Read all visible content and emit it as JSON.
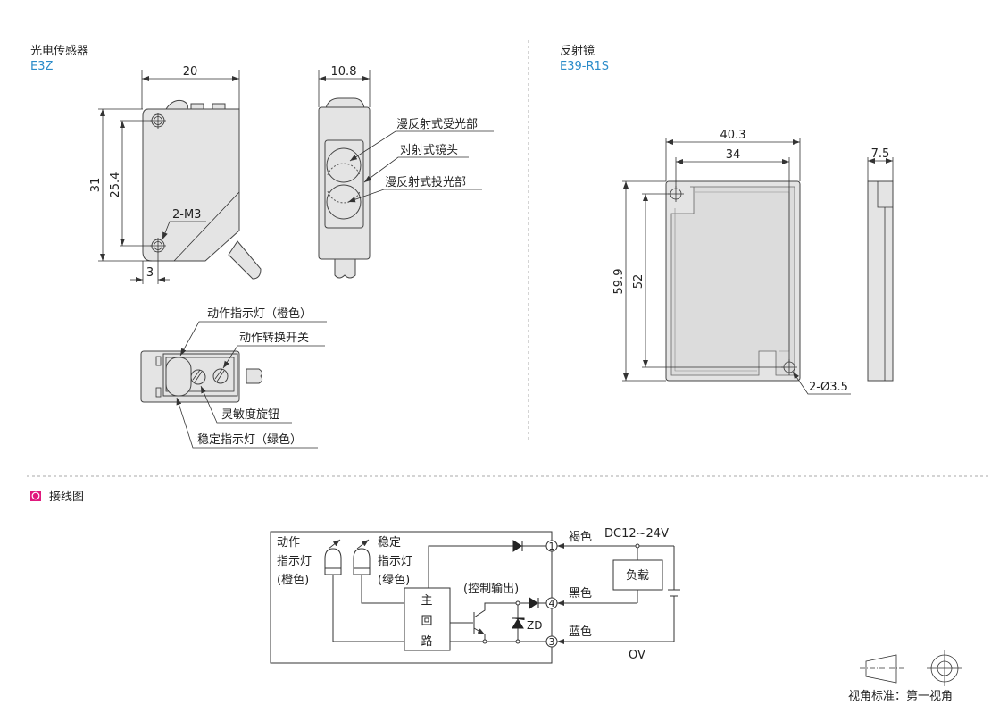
{
  "sensor": {
    "title": "光电传感器",
    "model": "E3Z",
    "dims": {
      "width": "20",
      "height": "31",
      "hole_pitch": "25.4",
      "hole_offset": "3",
      "depth": "10.8",
      "holes": "2-M3"
    },
    "side_labels": [
      "漫反射式受光部",
      "对射式镜头",
      "漫反射式投光部"
    ],
    "top_labels": [
      "动作指示灯（橙色）",
      "动作转换开关",
      "灵敏度旋钮",
      "稳定指示灯（绿色）"
    ]
  },
  "reflector": {
    "title": "反射镜",
    "model": "E39-R1S",
    "dims": {
      "width": "40.3",
      "hole_pitch_x": "34",
      "height": "59.9",
      "hole_pitch_y": "52",
      "depth": "7.5",
      "holes": "2-Ø3.5"
    }
  },
  "wiring": {
    "section_title": "接线图",
    "accent_color": "#e0197d",
    "led1": [
      "动作",
      "指示灯",
      "(橙色)"
    ],
    "led2": [
      "稳定",
      "指示灯",
      "(绿色)"
    ],
    "main_circuit": [
      "主",
      "回",
      "路"
    ],
    "control_output": "(控制输出)",
    "zener": "ZD",
    "terminals": [
      "1",
      "4",
      "3"
    ],
    "wire_colors": [
      "褐色",
      "黑色",
      "蓝色"
    ],
    "supply": "DC12~24V",
    "load": "负载",
    "ground": "OV"
  },
  "projection": {
    "label": "视角标准：第一视角"
  }
}
